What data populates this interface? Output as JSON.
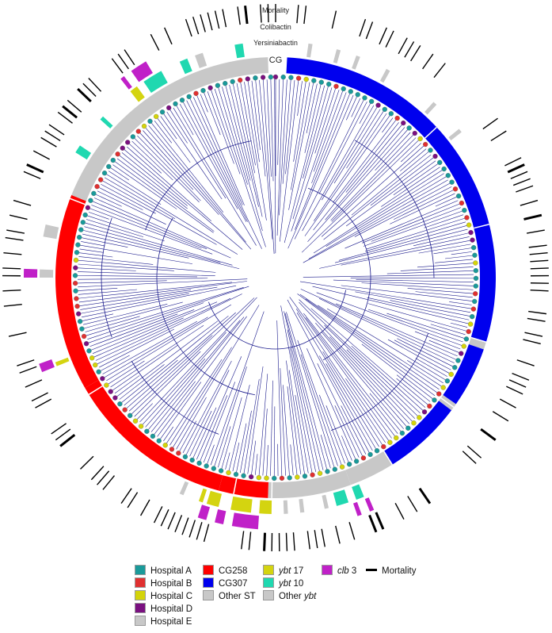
{
  "figure": {
    "ring_labels": {
      "mortality": "Mortality",
      "colibactin": "Colibactin",
      "yersiniabactin": "Yersiniabactin",
      "cg": "CG"
    }
  },
  "legend": {
    "hospitals": [
      {
        "label": "Hospital A",
        "color": "#1a9a9a"
      },
      {
        "label": "Hospital B",
        "color": "#e03030"
      },
      {
        "label": "Hospital C",
        "color": "#d4d40a"
      },
      {
        "label": "Hospital D",
        "color": "#7a1080"
      },
      {
        "label": "Hospital E",
        "color": "#c8c8c8"
      }
    ],
    "clonal_groups": [
      {
        "label": "CG258",
        "color": "#ff0000"
      },
      {
        "label": "CG307",
        "color": "#0000ee"
      },
      {
        "label": "Other ST",
        "color": "#c8c8c8"
      }
    ],
    "ybt": [
      {
        "prefix": "ybt",
        "suffix": " 17",
        "color": "#d4d410"
      },
      {
        "prefix": "ybt",
        "suffix": " 10",
        "color": "#20d8b0"
      },
      {
        "prefix": "Other ",
        "suffix": "ybt",
        "color": "#c8c8c8"
      }
    ],
    "clb": {
      "prefix": "clb",
      "suffix": " 3",
      "color": "#c020c8"
    },
    "mortality": {
      "label": "Mortality",
      "color": "#000000"
    }
  },
  "colors": {
    "tree": "#1a1a8c",
    "cg258": "#ff0000",
    "cg307": "#0000ee",
    "other_st": "#c8c8c8",
    "ybt17": "#d4d410",
    "ybt10": "#20d8b0",
    "clb3": "#c020c8",
    "mortality": "#000000"
  }
}
